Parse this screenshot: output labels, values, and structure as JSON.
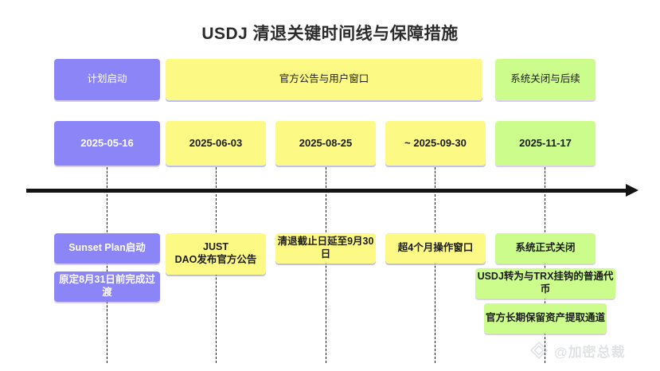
{
  "title": "USDJ 清退关键时间线与保障措施",
  "colors": {
    "purple": "#8b85f7",
    "yellow": "#fcfa84",
    "green": "#ccfd8c",
    "axis": "#141414",
    "title_text": "#2b2b2b"
  },
  "phases": [
    {
      "label": "计划启动",
      "color": "purple"
    },
    {
      "label": "官方公告与用户窗口",
      "color": "yellow"
    },
    {
      "label": "系统关闭与后续",
      "color": "green"
    }
  ],
  "dates": [
    {
      "label": "2025-05-16",
      "color": "purple"
    },
    {
      "label": "2025-06-03",
      "color": "yellow"
    },
    {
      "label": "2025-08-25",
      "color": "yellow"
    },
    {
      "label": "~ 2025-09-30",
      "color": "yellow"
    },
    {
      "label": "2025-11-17",
      "color": "green"
    }
  ],
  "events": [
    {
      "label": "Sunset Plan启动",
      "color": "purple"
    },
    {
      "label": "原定8月31日前完成过渡",
      "color": "purple"
    },
    {
      "label": "JUST\nDAO发布官方公告",
      "color": "yellow"
    },
    {
      "label": "清退截止日延至9月30日",
      "color": "yellow"
    },
    {
      "label": "超4个月操作窗口",
      "color": "yellow"
    },
    {
      "label": "系统正式关闭",
      "color": "green"
    },
    {
      "label": "USDJ转为与TRX挂钩的普通代币",
      "color": "green"
    },
    {
      "label": "官方长期保留资产提取通道",
      "color": "green"
    }
  ],
  "watermark": {
    "text": "@加密总裁",
    "icon": "diamond-logo-icon"
  }
}
